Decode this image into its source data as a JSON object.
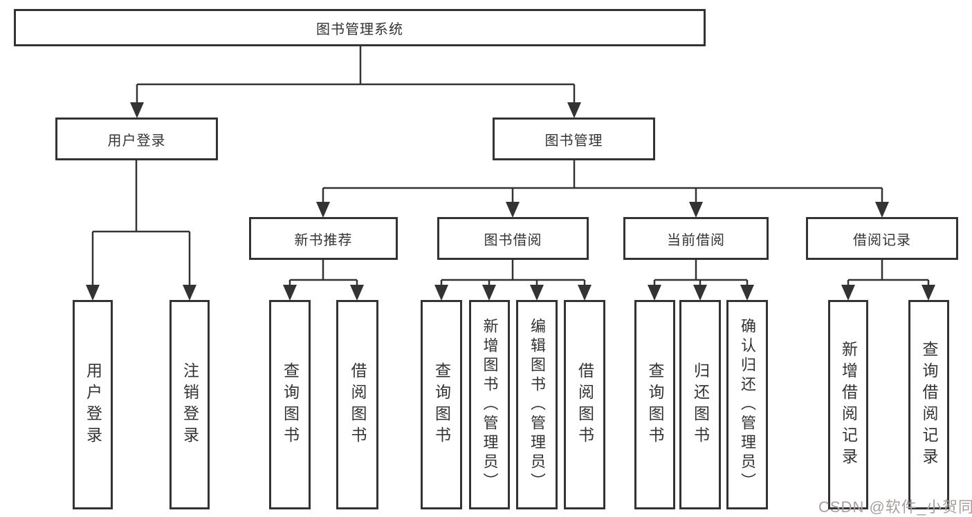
{
  "tree": {
    "root": {
      "label": "图书管理系统"
    },
    "branches": [
      {
        "label": "用户登录",
        "children": [
          {
            "label": "用户登录"
          },
          {
            "label": "注销登录"
          }
        ]
      },
      {
        "label": "图书管理",
        "children": [
          {
            "label": "新书推荐",
            "children": [
              {
                "label": "查询图书"
              },
              {
                "label": "借阅图书"
              }
            ]
          },
          {
            "label": "图书借阅",
            "children": [
              {
                "label": "查询图书"
              },
              {
                "label": "新增图书（管理员）"
              },
              {
                "label": "编辑图书（管理员）"
              },
              {
                "label": "借阅图书"
              }
            ]
          },
          {
            "label": "当前借阅",
            "children": [
              {
                "label": "查询图书"
              },
              {
                "label": "归还图书"
              },
              {
                "label": "确认归还（管理员）"
              }
            ]
          },
          {
            "label": "借阅记录",
            "children": [
              {
                "label": "新增借阅记录"
              },
              {
                "label": "查询借阅记录"
              }
            ]
          }
        ]
      }
    ]
  },
  "watermark": {
    "text": "CSDN @软件_小贺同学"
  },
  "colors": {
    "line": "#333333",
    "box_border": "#333333",
    "box_fill": "#ffffff",
    "text": "#333333",
    "background": "#ffffff",
    "watermark": "#a89e9e"
  }
}
